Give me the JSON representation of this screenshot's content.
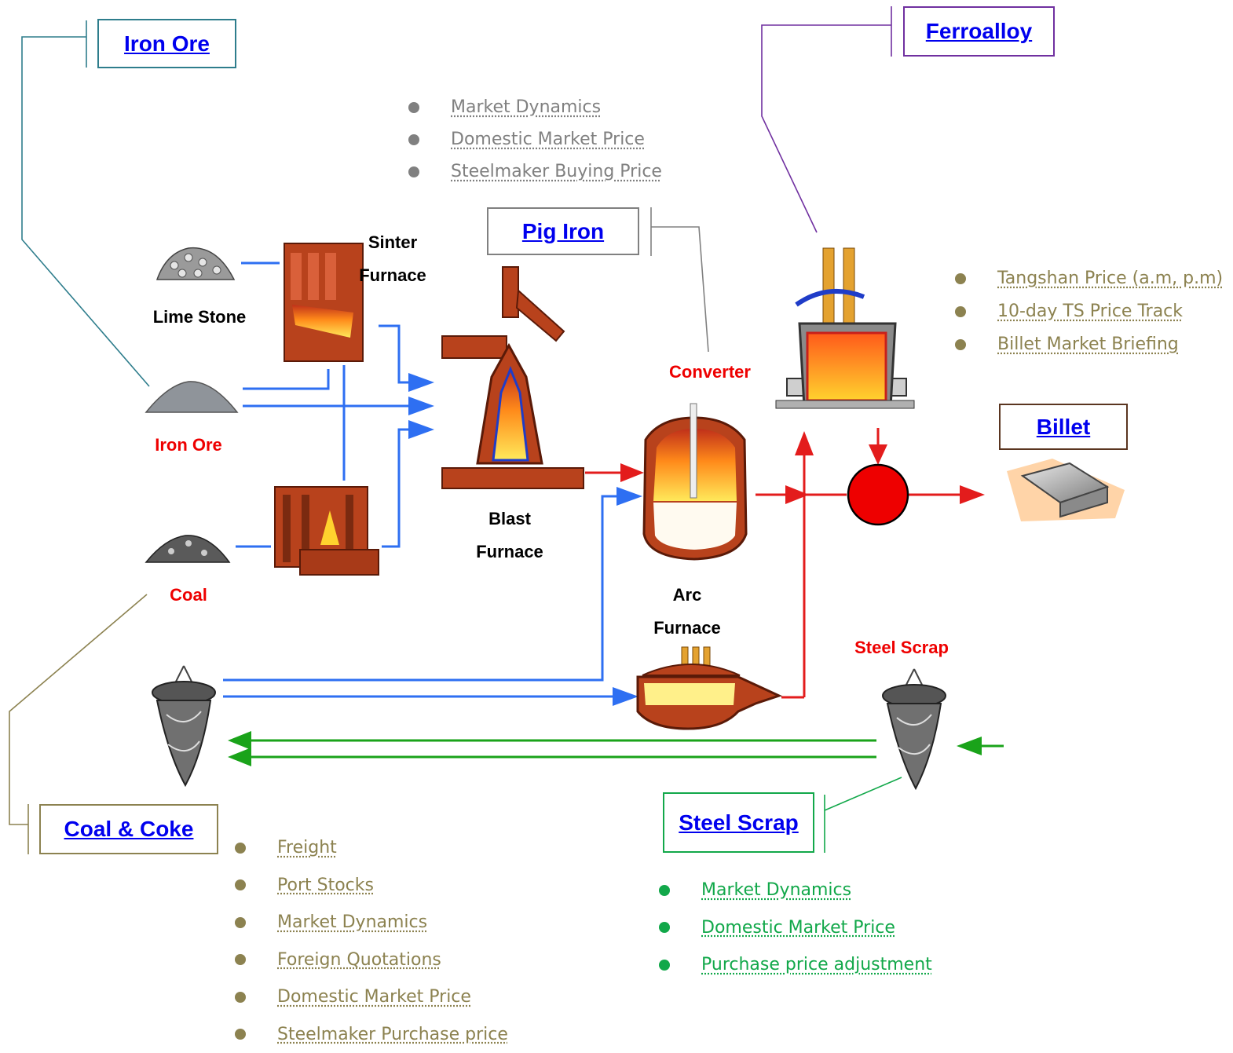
{
  "colors": {
    "iron_ore": "#2e7d8c",
    "ferroalloy": "#7030a0",
    "pig_iron": "#808080",
    "coal": "#8c8250",
    "scrap": "#12a84a",
    "flow_blue": "#2e6ff2",
    "flow_red": "#e31c1c",
    "flow_green": "#1aa31a"
  },
  "boxes": {
    "iron_ore": "Iron Ore",
    "ferroalloy": "Ferroalloy",
    "pig_iron": "Pig Iron",
    "billet": "Billet",
    "coal_coke": "Coal & Coke",
    "steel_scrap": "Steel Scrap"
  },
  "labels": {
    "sinter_furnace_1": "Sinter",
    "sinter_furnace_2": "Furnace",
    "lime_stone": "Lime Stone",
    "iron_ore": "Iron Ore",
    "coal": "Coal",
    "blast_furnace_1": "Blast",
    "blast_furnace_2": "Furnace",
    "converter": "Converter",
    "arc_furnace_1": "Arc",
    "arc_furnace_2": "Furnace",
    "steel_scrap": "Steel Scrap"
  },
  "pig_iron_links": [
    "Market Dynamics",
    "Domestic Market Price",
    "Steelmaker Buying Price"
  ],
  "billet_links": [
    "Tangshan Price (a.m, p.m)",
    "10-day TS Price Track",
    "Billet Market Briefing"
  ],
  "coal_links": [
    "Freight",
    "Port Stocks",
    "Market Dynamics",
    "Foreign Quotations",
    "Domestic Market Price",
    "Steelmaker Purchase price"
  ],
  "scrap_links": [
    "Market Dynamics",
    "Domestic Market Price",
    "Purchase price adjustment"
  ]
}
